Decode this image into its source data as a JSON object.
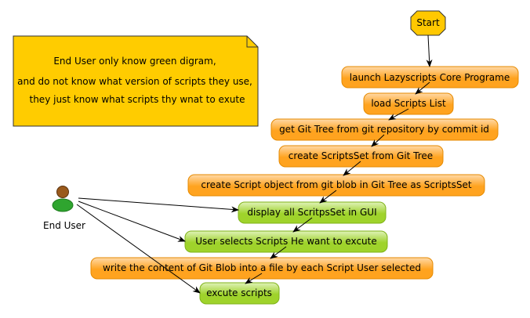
{
  "start": {
    "label": "Start"
  },
  "note": {
    "lines": [
      "End User only know green digram,",
      "and do not know what version of scripts they use,",
      "they just know what scripts thy wnat to exute"
    ]
  },
  "actor": {
    "label": "End User"
  },
  "activities": [
    {
      "label": "launch Lazyscripts Core Programe",
      "kind": "system"
    },
    {
      "label": "load Scripts List",
      "kind": "system"
    },
    {
      "label": "get Git Tree from git repository by commit id",
      "kind": "system"
    },
    {
      "label": "create ScriptsSet from Git Tree",
      "kind": "system"
    },
    {
      "label": "create Script object from git blob in Git Tree as ScriptsSet",
      "kind": "system"
    },
    {
      "label": "display all ScritpsSet in GUI",
      "kind": "user"
    },
    {
      "label": "User selects Scripts He want to excute",
      "kind": "user"
    },
    {
      "label": "write the content of Git Blob into a file by each Script User selected",
      "kind": "system"
    },
    {
      "label": "excute scripts",
      "kind": "user"
    }
  ],
  "colors": {
    "system_fill": "#ffa31f",
    "system_highlight": "#ffd9a8",
    "system_stroke": "#e68a00",
    "user_fill": "#9fd32b",
    "user_highlight": "#dff2b8",
    "user_stroke": "#7fb319",
    "start_fill": "#ffc800",
    "start_stroke": "#333333",
    "note_fill": "#ffcc00",
    "note_stroke": "#333333",
    "arrow": "#000000",
    "text": "#000000"
  }
}
